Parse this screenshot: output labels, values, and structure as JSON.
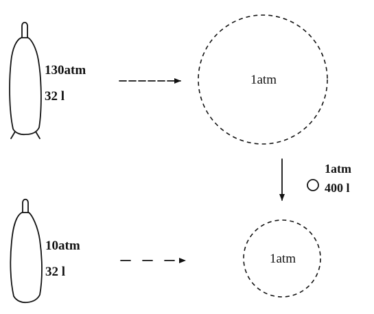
{
  "top_cylinder": {
    "pressure": "130atm",
    "volume": "32 l"
  },
  "top_balloon": {
    "pressure": "1atm"
  },
  "small_balloon": {
    "pressure": "1atm",
    "volume": "400 l"
  },
  "bottom_cylinder": {
    "pressure": "10atm",
    "volume": "32 l"
  },
  "bottom_balloon": {
    "pressure": "1atm"
  },
  "colors": {
    "ink": "#111111",
    "background": "#ffffff"
  }
}
